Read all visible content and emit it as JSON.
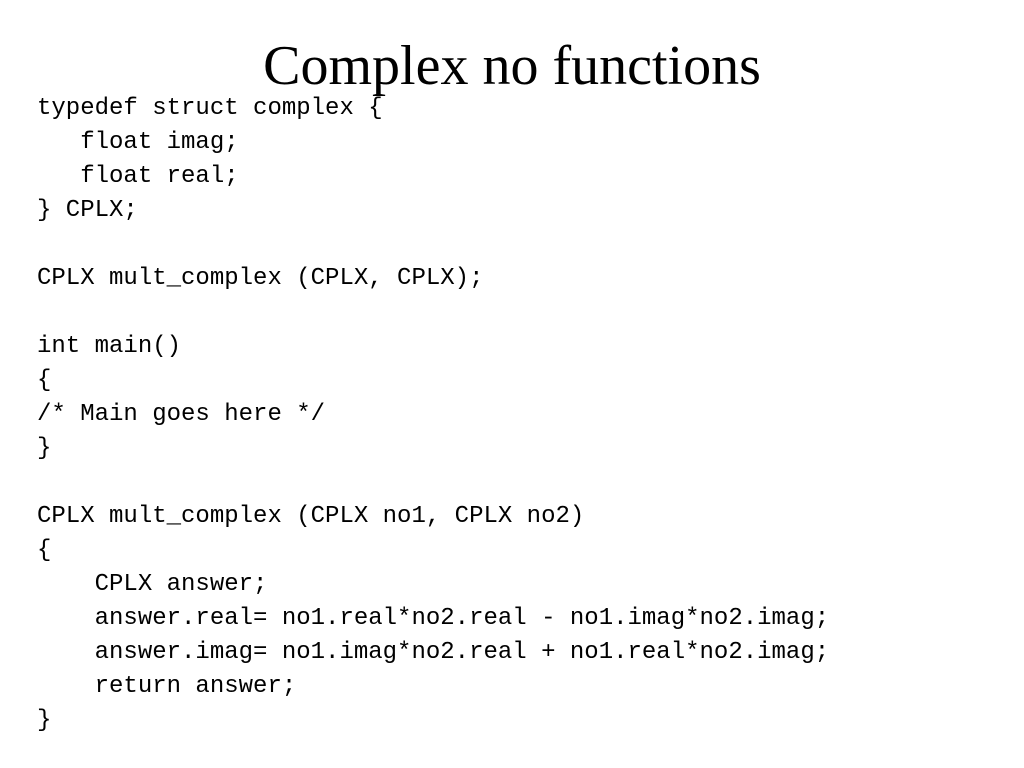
{
  "slide": {
    "title": "Complex no functions",
    "code_lines": [
      "typedef struct complex {",
      "   float imag;",
      "   float real;",
      "} CPLX;",
      "",
      "CPLX mult_complex (CPLX, CPLX);",
      "",
      "int main()",
      "{",
      "/* Main goes here */",
      "}",
      "",
      "CPLX mult_complex (CPLX no1, CPLX no2)",
      "{",
      "    CPLX answer;",
      "    answer.real= no1.real*no2.real - no1.imag*no2.imag;",
      "    answer.imag= no1.imag*no2.real + no1.real*no2.imag;",
      "    return answer;",
      "}"
    ]
  }
}
